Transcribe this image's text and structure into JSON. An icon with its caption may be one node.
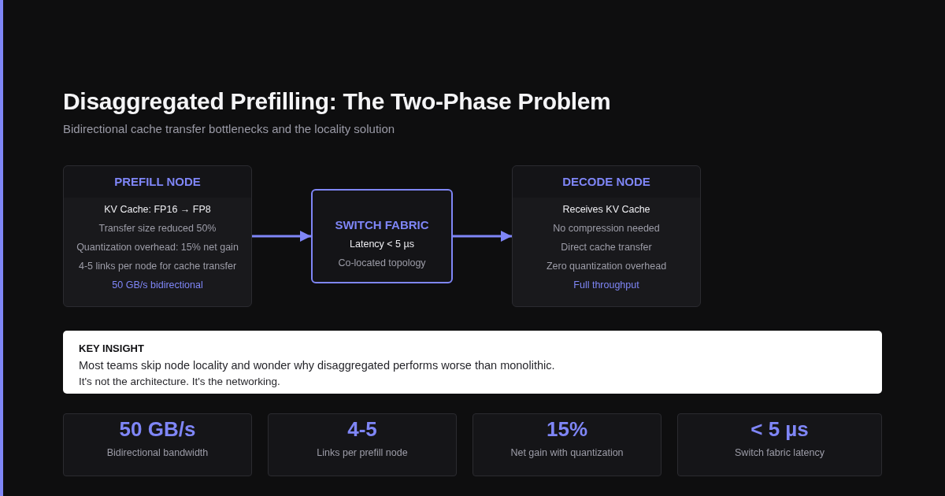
{
  "diagram": {
    "title": "Disaggregated Prefilling: The Two-Phase Problem",
    "nodes": [
      {
        "text": [
          "PREFILL NODE",
          "KV Cache: FP16 → FP8",
          "Transfer size reduced 50%",
          "Quantization overhead: 15% net gain",
          "4-5 links per node for cache transfer",
          "50 GB/s bidirectional"
        ]
      },
      {
        "text": [
          "SWITCH FABRIC",
          "Latency < 5 µs",
          "Co-located topology"
        ]
      },
      {
        "text": [
          "DECODE NODE",
          "Receives KV Cache",
          "No compression needed",
          "Direct cache transfer",
          "Zero quantization overhead",
          "Full throughput"
        ]
      },
      {
        "text": [
          "KEY INSIGHT",
          "Most teams skip node locality and wonder why disaggregated performs worse than monolithic.",
          "It's not the architecture. It's the networking."
        ]
      },
      {
        "text": [
          "50 GB/s",
          "Bidirectional bandwidth"
        ]
      },
      {
        "text": [
          "4-5",
          "Links per prefill node"
        ]
      },
      {
        "text": [
          "15%",
          "Net gain with quantization"
        ]
      },
      {
        "text": [
          "< 5 µs",
          "Switch fabric latency"
        ]
      }
    ],
    "edges": [
      {
        "from": 0,
        "to": 1,
        "arrow": "to"
      },
      {
        "from": 1,
        "to": 2,
        "arrow": "to"
      }
    ],
    "labels": [
      "Bidirectional cache transfer bottlenecks and the locality solution"
    ]
  }
}
